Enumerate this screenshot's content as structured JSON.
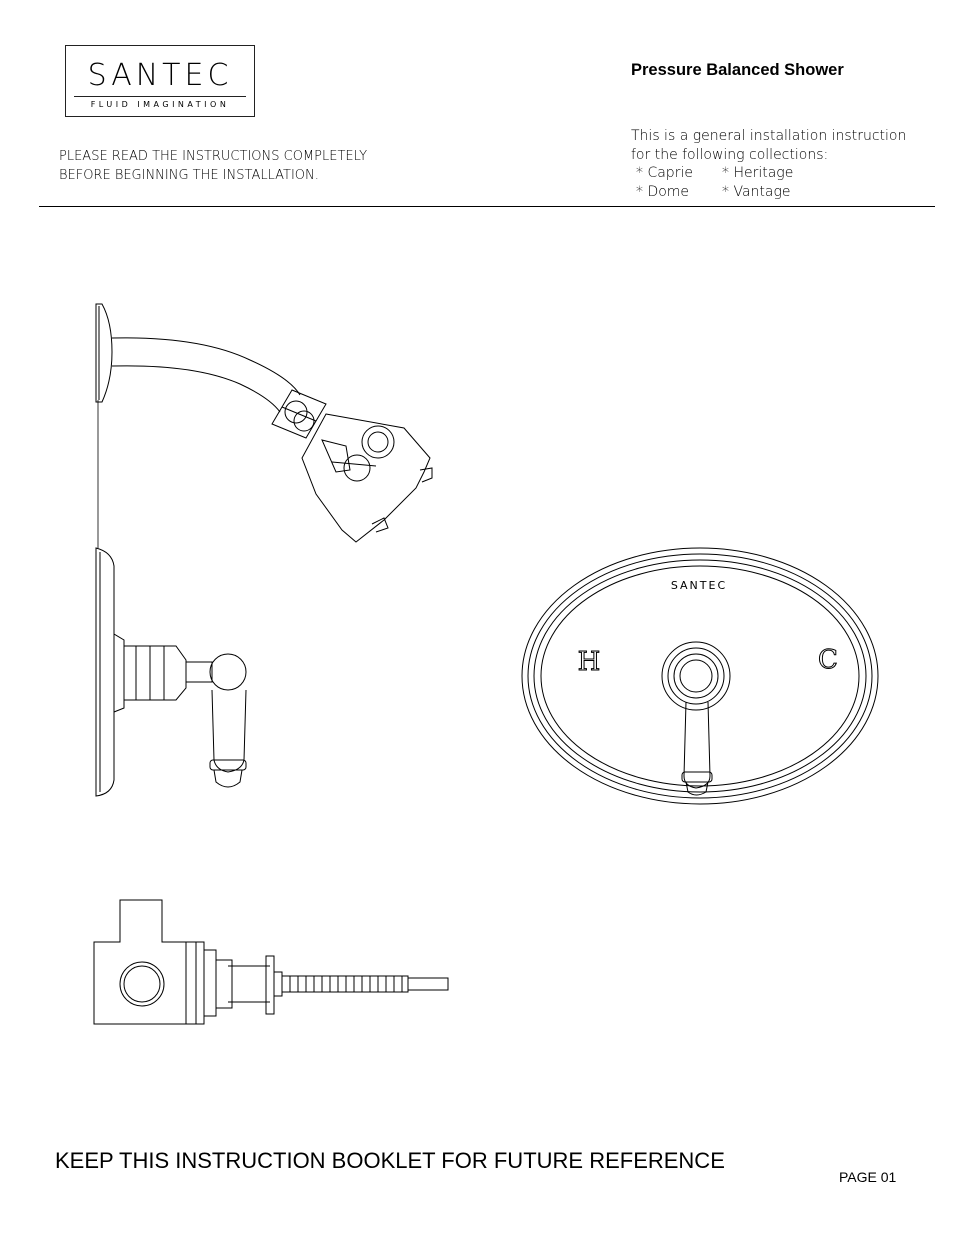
{
  "logo": {
    "wordmark": "SANTEC",
    "tagline": "FLUID IMAGINATION"
  },
  "header": {
    "title": "Pressure Balanced Shower",
    "notice_line1": "PLEASE READ THE INSTRUCTIONS COMPLETELY",
    "notice_line2": "BEFORE BEGINNING THE INSTALLATION.",
    "general_line1": "This is a general installation instruction",
    "general_line2": "for the following collections:",
    "collections": [
      "* Caprie",
      "* Heritage",
      "* Dome",
      "* Vantage"
    ]
  },
  "drawing": {
    "plate_brand": "SANTEC",
    "hot_label": "H",
    "cold_label": "C"
  },
  "footer": {
    "keep_text": "KEEP THIS INSTRUCTION BOOKLET FOR FUTURE REFERENCE",
    "page_label": "PAGE 01"
  }
}
